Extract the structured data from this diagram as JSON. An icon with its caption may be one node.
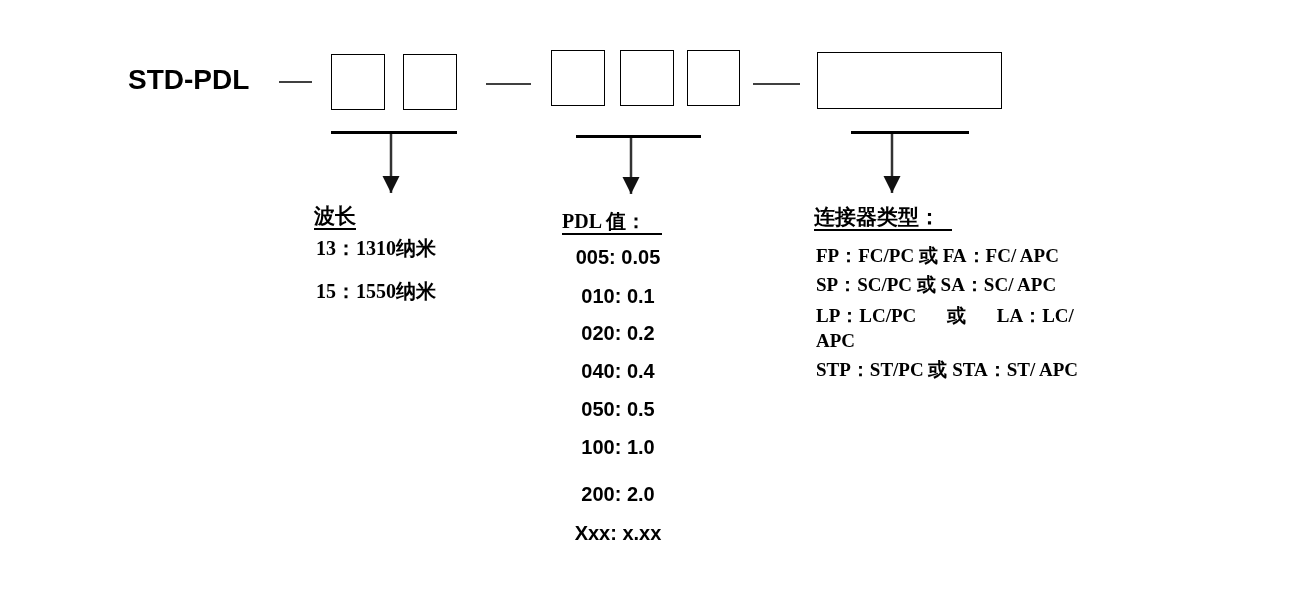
{
  "diagram": {
    "nodes": [
      {
        "text": [],
        "shape": "box"
      },
      {
        "text": [],
        "shape": "box"
      },
      {
        "text": [],
        "shape": "box"
      },
      {
        "text": [],
        "shape": "box"
      },
      {
        "text": [],
        "shape": "box"
      },
      {
        "text": [],
        "shape": "box"
      },
      {
        "text": [],
        "shape": "bar"
      },
      {
        "text": [],
        "shape": "bar"
      },
      {
        "text": [],
        "shape": "bar"
      },
      {
        "text": [
          "波长",
          "13：1310纳米",
          "15：1550纳米"
        ]
      },
      {
        "text": [
          "PDL 值：",
          "005: 0.05",
          "010: 0.1",
          "020: 0.2",
          "040: 0.4",
          "050: 0.5",
          "100: 1.0",
          "200: 2.0",
          "Xxx: x.xx"
        ]
      },
      {
        "text": [
          "连接器类型：",
          "FP：FC/PC 或 FA：FC/ APC",
          "SP：SC/PC 或 SA：SC/ APC",
          "LP：LC/PC 或 LA：LC/ APC",
          "STP：ST/PC 或 STA：ST/ APC"
        ]
      }
    ],
    "edges": [
      {
        "from": 6,
        "to": 9,
        "arrow": "to"
      },
      {
        "from": 7,
        "to": 10,
        "arrow": "to"
      },
      {
        "from": 8,
        "to": 11,
        "arrow": "to"
      }
    ],
    "labels": [
      "STD-PDL"
    ]
  }
}
